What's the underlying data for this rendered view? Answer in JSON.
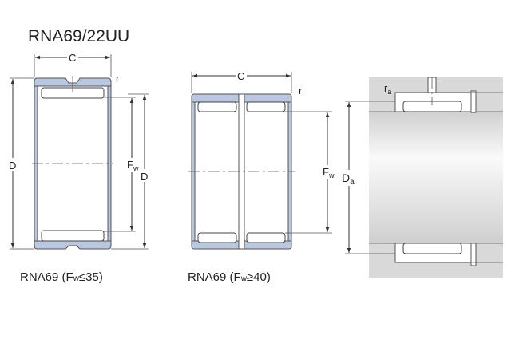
{
  "title": "RNA69/22UU",
  "drawing1": {
    "c_label": "C",
    "r_label": "r",
    "d_label": "D",
    "fw_label": "F",
    "fw_sub": "w",
    "d2_label": "D",
    "caption_main": "RNA69 (F",
    "caption_sub": "w",
    "caption_end": "≤35)"
  },
  "drawing2": {
    "c_label": "C",
    "r_label": "r",
    "fw_label": "F",
    "fw_sub": "w",
    "caption_main": "RNA69 (F",
    "caption_sub": "w",
    "caption_end": "≥40)"
  },
  "drawing3": {
    "ra_label": "r",
    "ra_sub": "a",
    "da_label": "D",
    "da_sub": "a"
  },
  "colors": {
    "ring": "#b9c8e0",
    "housing": "#d9d9d9"
  }
}
